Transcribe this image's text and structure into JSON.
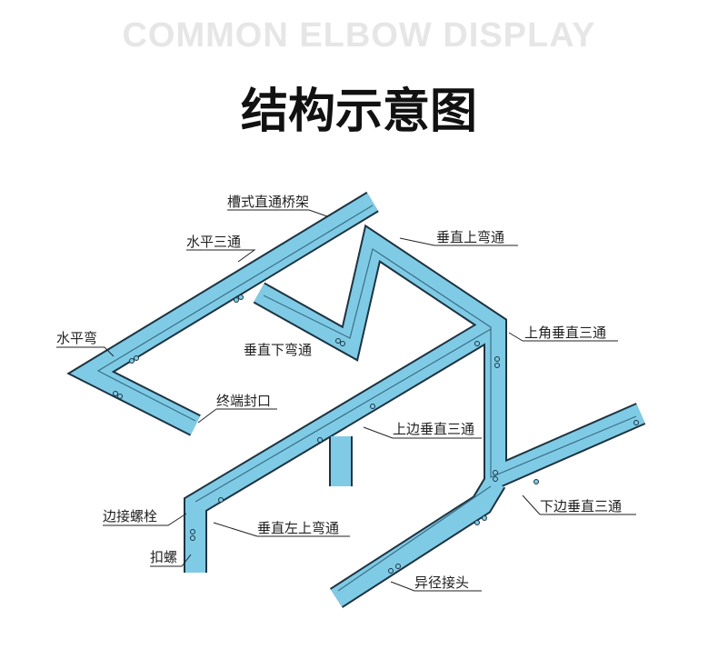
{
  "header": {
    "subtitle": "COMMON ELBOW DISPLAY",
    "title": "结构示意图"
  },
  "labels": {
    "straight": "槽式直通桥架",
    "tee_h": "水平三通",
    "elbow_up_v": "垂直上弯通",
    "tee_v_top_corner": "上角垂直三通",
    "elbow_h": "水平弯",
    "elbow_down_v": "垂直下弯通",
    "end_cap": "终端封口",
    "tee_v_upper": "上边垂直三通",
    "bolt": "边接螺栓",
    "elbow_v_left_up": "垂直左上弯通",
    "tee_v_lower": "下边垂直三通",
    "nut": "扣螺",
    "reducer": "异径接头"
  },
  "colors": {
    "tray": "#7fcbe6",
    "outline": "#1d3340"
  }
}
